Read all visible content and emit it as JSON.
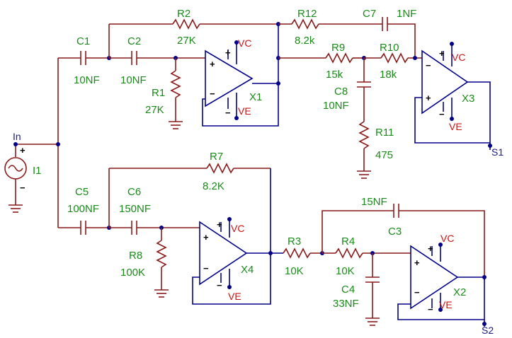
{
  "components": {
    "C1": {
      "ref": "C1",
      "value": "10NF"
    },
    "C2": {
      "ref": "C2",
      "value": "10NF"
    },
    "R1": {
      "ref": "R1",
      "value": "27K"
    },
    "R2": {
      "ref": "R2",
      "value": "27K"
    },
    "R12": {
      "ref": "R12",
      "value": "8.2k"
    },
    "C7": {
      "ref": "C7",
      "value": "1NF"
    },
    "R9": {
      "ref": "R9",
      "value": "15k"
    },
    "R10": {
      "ref": "R10",
      "value": "18k"
    },
    "C8": {
      "ref": "C8",
      "value": "10NF"
    },
    "R11": {
      "ref": "R11",
      "value": "475"
    },
    "I1": {
      "ref": "I1"
    },
    "R7": {
      "ref": "R7",
      "value": "8.2K"
    },
    "C5": {
      "ref": "C5",
      "value": "100NF"
    },
    "C6": {
      "ref": "C6",
      "value": "150NF"
    },
    "R8": {
      "ref": "R8",
      "value": "100K"
    },
    "R3": {
      "ref": "R3",
      "value": "10K"
    },
    "R4": {
      "ref": "R4",
      "value": "10K"
    },
    "C3": {
      "ref": "C3",
      "value": "15NF"
    },
    "C4": {
      "ref": "C4",
      "value": "33NF"
    }
  },
  "opamps": {
    "X1": {
      "ref": "X1",
      "vc": "VC",
      "ve": "VE"
    },
    "X3": {
      "ref": "X3",
      "vc": "VC",
      "ve": "VE"
    },
    "X4": {
      "ref": "X4",
      "vc": "VC",
      "ve": "VE"
    },
    "X2": {
      "ref": "X2",
      "vc": "VC",
      "ve": "VE"
    }
  },
  "nets": {
    "input": "In",
    "out1": "S1",
    "out2": "S2"
  }
}
